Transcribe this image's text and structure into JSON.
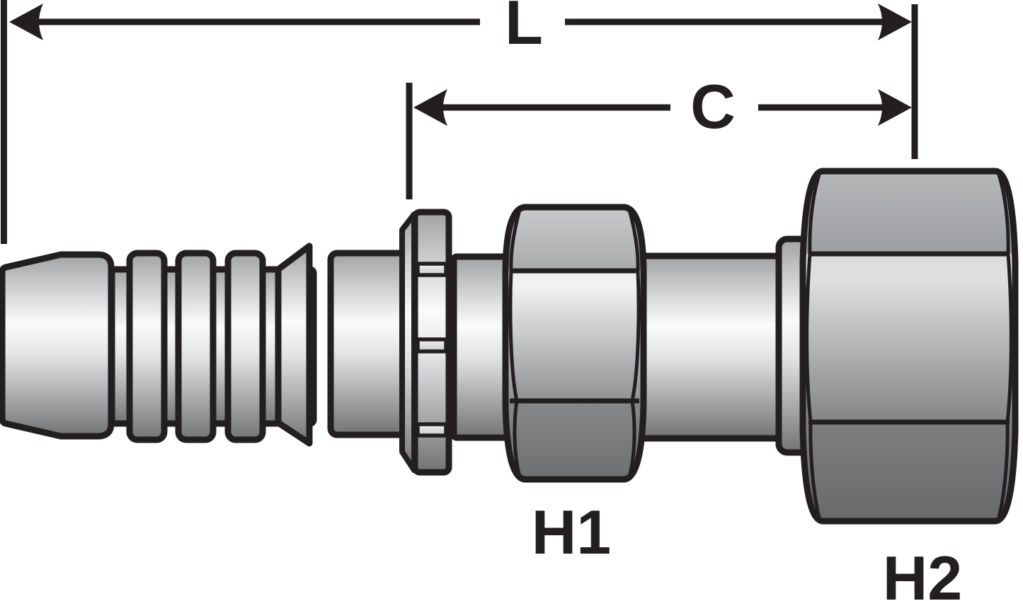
{
  "labels": {
    "overall_length": "L",
    "cutoff_length": "C",
    "hex_1": "H1",
    "hex_2": "H2"
  },
  "colors": {
    "background": "#ffffff",
    "line": "#231f20",
    "metal_highlight": "#fafbfb",
    "metal_shadow": "#6f7173"
  }
}
